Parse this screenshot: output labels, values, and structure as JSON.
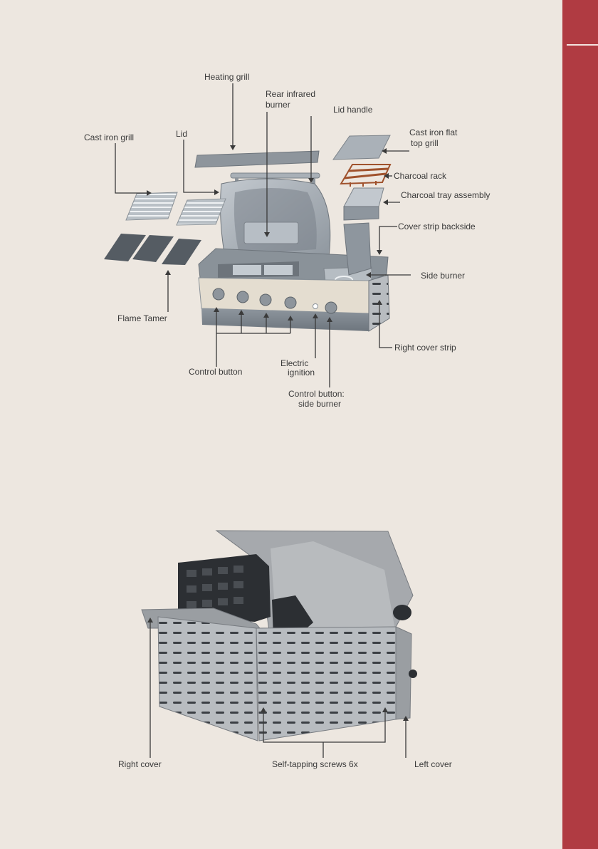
{
  "diagram_top": {
    "labels": {
      "heating_grill": "Heating grill",
      "rear_infrared_1": "Rear infrared",
      "rear_infrared_2": "burner",
      "lid_handle": "Lid handle",
      "cast_iron_grill": "Cast iron grill",
      "lid": "Lid",
      "cast_iron_flat_1": "Cast iron flat",
      "cast_iron_flat_2": "top grill",
      "charcoal_rack": "Charcoal rack",
      "charcoal_tray": "Charcoal tray assembly",
      "cover_strip_backside": "Cover strip backside",
      "side_burner": "Side burner",
      "flame_tamer": "Flame Tamer",
      "right_cover_strip": "Right cover strip",
      "electric_ignition_1": "Electric",
      "electric_ignition_2": "ignition",
      "control_button": "Control button",
      "control_button_side_1": "Control button:",
      "control_button_side_2": "side burner"
    }
  },
  "diagram_bottom": {
    "labels": {
      "right_cover": "Right cover",
      "self_tapping_screws": "Self-tapping screws 6x",
      "left_cover": "Left cover"
    }
  },
  "colors": {
    "background": "#ede7e0",
    "sidebar": "#b03b42",
    "part_gray": "#9aa2aa",
    "panel_cream": "#e4ddd0",
    "charcoal_rack": "#a0522d"
  }
}
